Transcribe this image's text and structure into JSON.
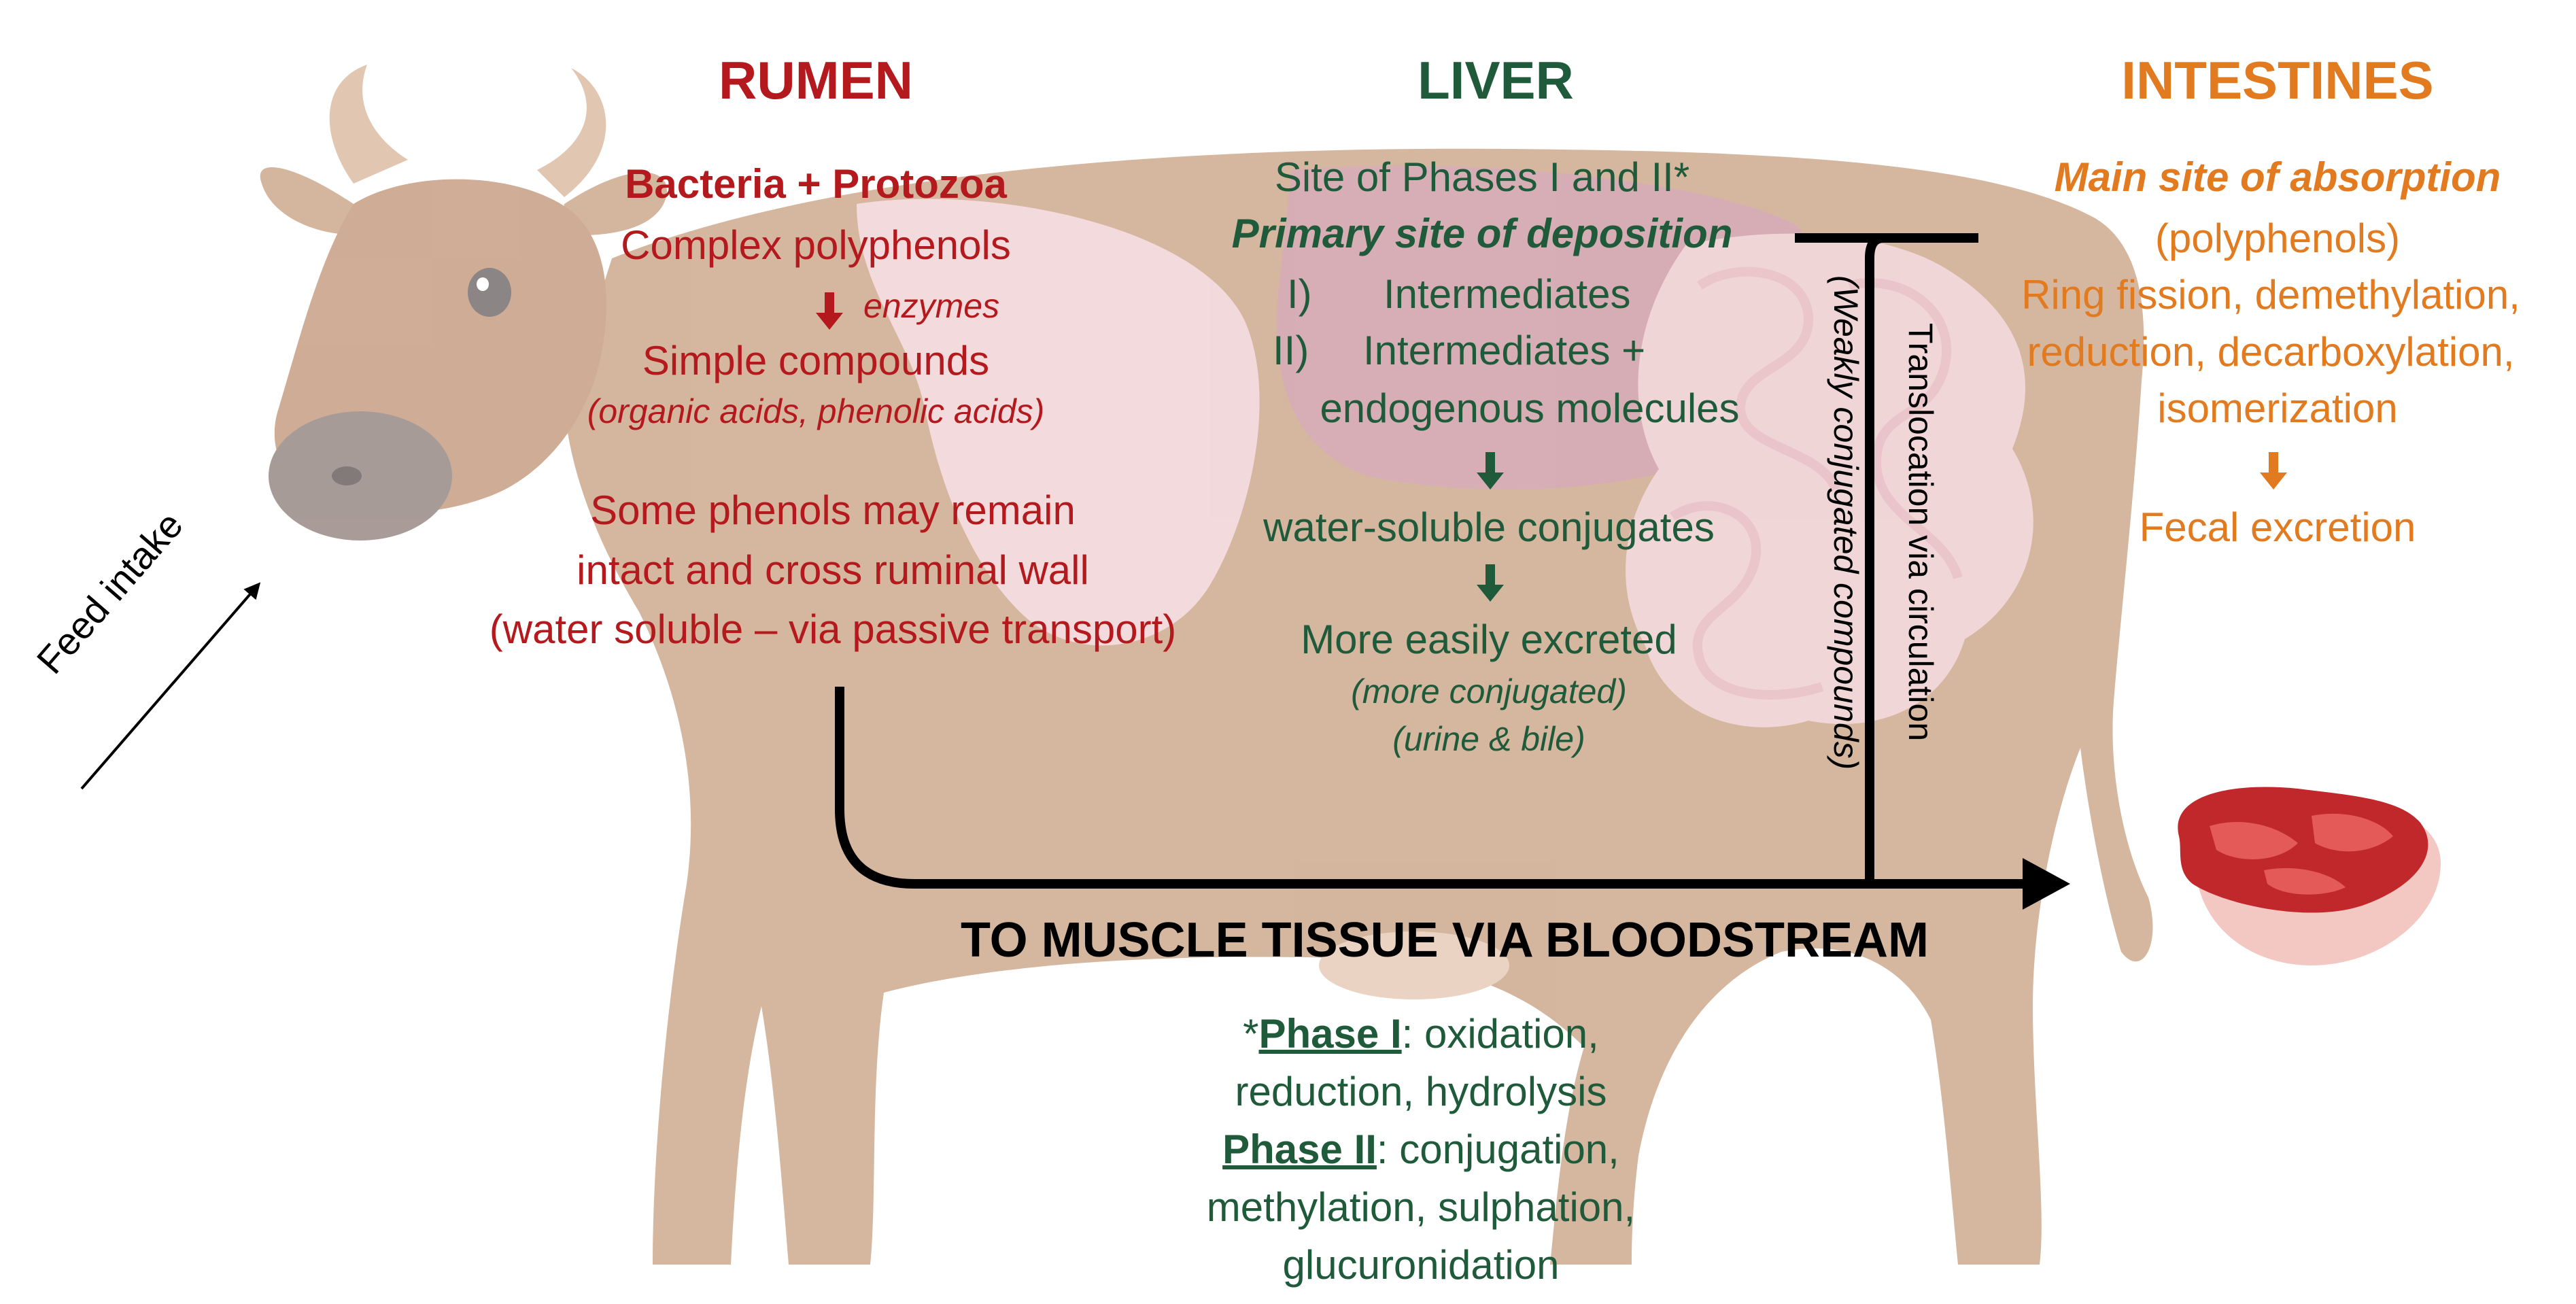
{
  "feed_label": "Feed intake",
  "rumen": {
    "heading": "RUMEN",
    "microbes": "Bacteria + Protozoa",
    "complex": "Complex polyphenols",
    "enzymes": "enzymes",
    "simple": "Simple compounds",
    "simple_examples": "(organic acids, phenolic acids)",
    "remain_1": "Some phenols may remain",
    "remain_2": "intact and cross ruminal wall",
    "remain_3": "(water soluble – via passive transport)"
  },
  "liver": {
    "heading": "LIVER",
    "phases_site": "Site of Phases I and II*",
    "deposition": "Primary site of deposition",
    "step1_num": "I)",
    "step1": "Intermediates",
    "step2_num": "II)",
    "step2": "Intermediates +",
    "step2b": "endogenous molecules",
    "water_soluble": "water-soluble conjugates",
    "excreted": "More easily excreted",
    "more_conj": "(more conjugated)",
    "urine_bile": "(urine & bile)"
  },
  "intestines": {
    "heading": "INTESTINES",
    "absorption": "Main site of absorption",
    "polyphenols": "(polyphenols)",
    "proc_1": "Ring fission, demethylation,",
    "proc_2": "reduction, decarboxylation,",
    "proc_3": "isomerization",
    "fecal": "Fecal excretion"
  },
  "weakly_conjugated": "(Weakly conjugated compounds)",
  "translocation": "Translocation via circulation",
  "bloodstream": "TO MUSCLE TISSUE VIA BLOODSTREAM",
  "phase_notes": {
    "asterisk": "*",
    "phase1_name": "Phase I",
    "phase1_text": ": oxidation,",
    "phase1_text2": "reduction, hydrolysis",
    "phase2_name": "Phase II",
    "phase2_text": ": conjugation,",
    "phase2_text2": "methylation, sulphation,",
    "phase2_text3": "glucuronidation"
  },
  "colors": {
    "rumen": "#b3191d",
    "liver": "#1f5a3a",
    "intestines": "#e27a1f",
    "cow_body": "#c9a184",
    "cow_light": "#e9d4c4",
    "organ_pink": "#f6dfe3"
  }
}
